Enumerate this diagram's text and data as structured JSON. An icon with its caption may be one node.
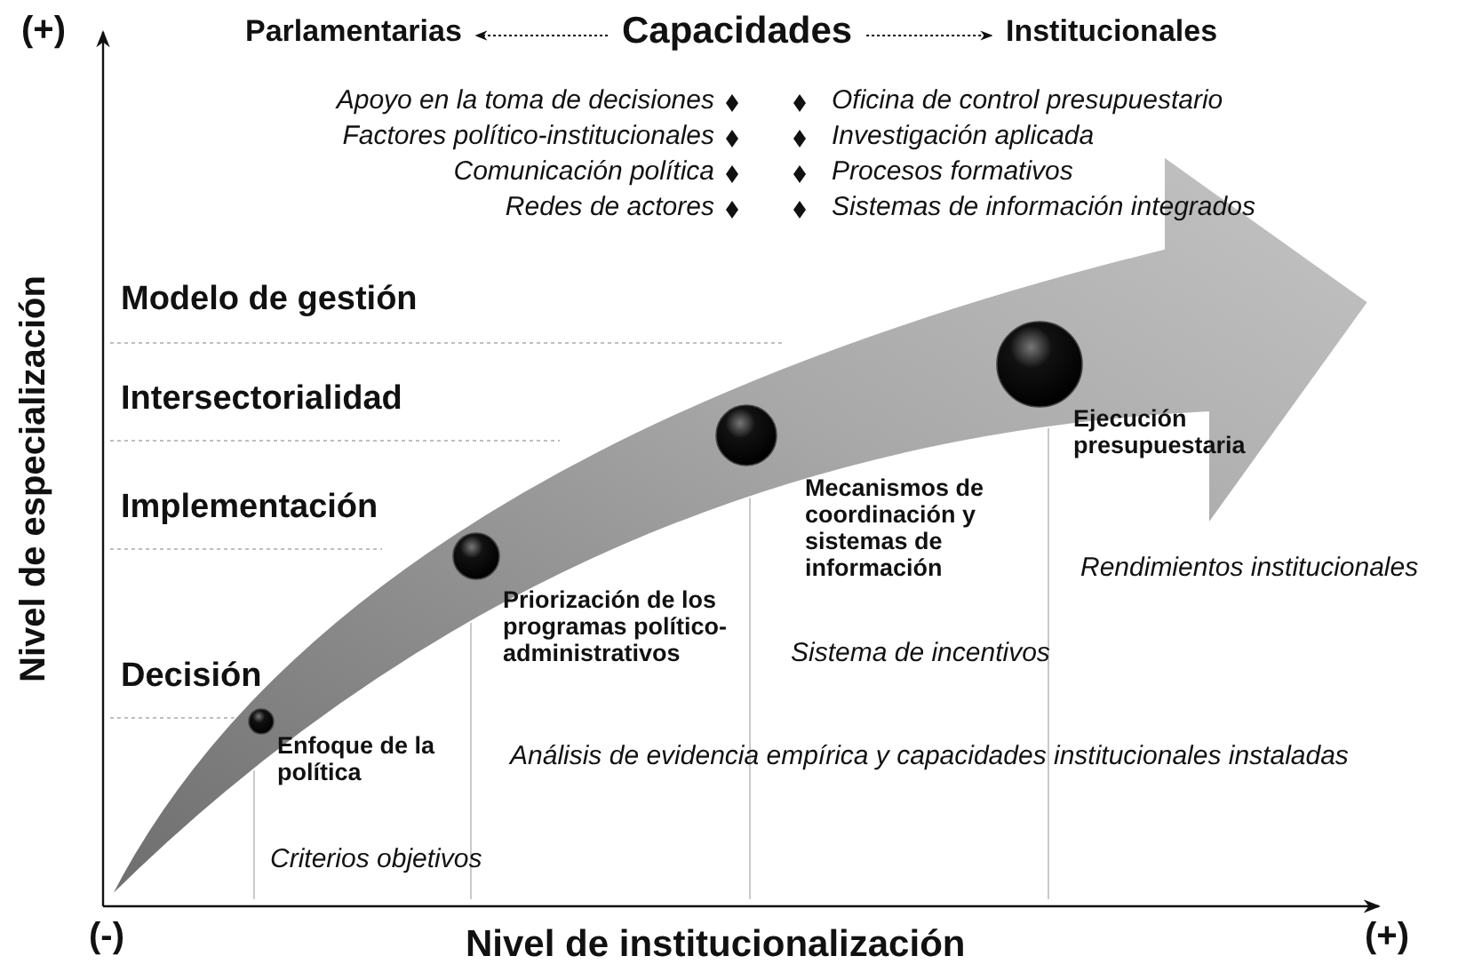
{
  "diagram": {
    "nodes": [
      {
        "text": [
          "Parlamentarias"
        ]
      },
      {
        "text": [
          "Capacidades"
        ]
      },
      {
        "text": [
          "Institucionales"
        ]
      }
    ],
    "edges": [
      {
        "from": 1,
        "to": 0,
        "arrow": "to",
        "style": "dashed"
      },
      {
        "from": 1,
        "to": 2,
        "arrow": "to",
        "style": "dashed"
      }
    ],
    "labels": [
      "(+)",
      "Apoyo en la toma de decisiones",
      "Oficina de control presupuestario",
      "Factores político-institucionales",
      "Investigación aplicada",
      "Comunicación política",
      "Procesos formativos",
      "Redes de actores",
      "Sistemas de información integrados",
      "Nivel de especialización",
      "Modelo de gestión",
      "Intersectorialidad",
      "Ejecución presupuestaria",
      "Implementación",
      "Mecanismos de coordinación y sistemas de información",
      "Rendimientos institucionales",
      "Priorización de los programas político-administrativos",
      "Sistema de incentivos",
      "Decisión",
      "Enfoque de la política",
      "Análisis de evidencia empírica y capacidades institucionales instaladas",
      "Criterios objetivos",
      "(-)",
      "Nivel de institucionalización",
      "(+)"
    ]
  }
}
